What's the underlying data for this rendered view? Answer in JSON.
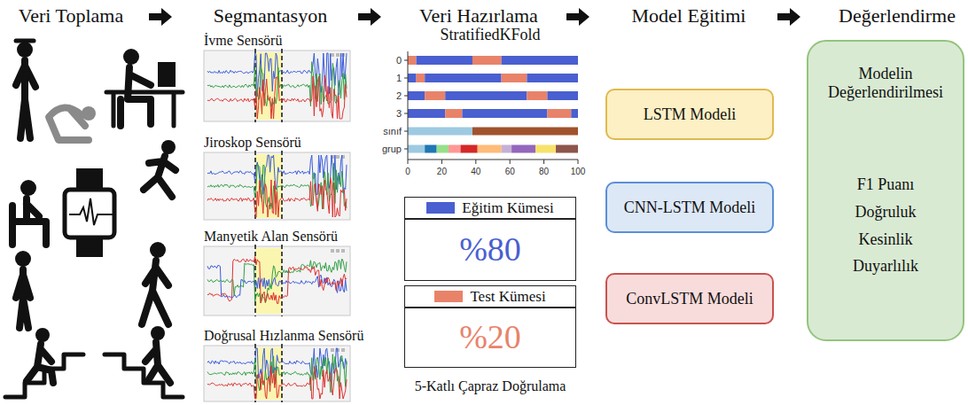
{
  "diagram": {
    "nodes": [
      {
        "text": [
          "%80"
        ]
      },
      {
        "text": [
          "%20"
        ]
      },
      {
        "text": [
          "LSTM Modeli"
        ]
      },
      {
        "text": [
          "CNN-LSTM Modeli"
        ]
      },
      {
        "text": [
          "ConvLSTM Modeli"
        ]
      },
      {
        "text": [
          "Modelin Değerlendirilmesi",
          "F1 Puanı",
          "Doğruluk",
          "Kesinlik",
          "Duyarlılık"
        ]
      }
    ],
    "labels": [
      "Veri Toplama",
      "Segmantasyon",
      "Veri Hazırlama",
      "Model Eğitimi",
      "Değerlendirme",
      "İvme Sensörü",
      "Jiroskop Sensörü",
      "Manyetik Alan Sensörü",
      "Doğrusal Hızlanma Sensörü",
      "StratifiedKFold",
      "0",
      "1",
      "2",
      "3",
      "sınıf",
      "grup",
      "0",
      "20",
      "40",
      "60",
      "80",
      "100",
      "5-Katlı Çapraz Doğrulama"
    ],
    "legend": [
      {
        "text": "Eğitim Kümesi",
        "color": "#4a5fd0"
      },
      {
        "text": "Test Kümesi",
        "color": "#e8836a"
      }
    ]
  }
}
